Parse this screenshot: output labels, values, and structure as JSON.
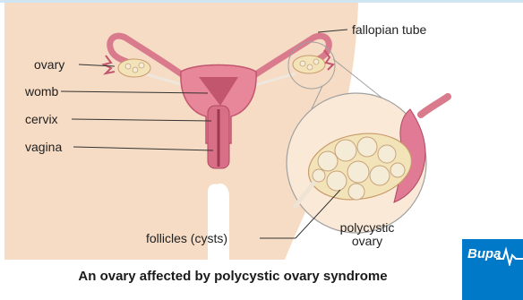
{
  "diagram": {
    "labels": {
      "fallopian_tube": "fallopian tube",
      "ovary": "ovary",
      "womb": "womb",
      "cervix": "cervix",
      "vagina": "vagina",
      "follicles": "follicles (cysts)",
      "polycystic_line1": "polycystic",
      "polycystic_line2": "ovary"
    },
    "caption": "An ovary affected by polycystic ovary syndrome",
    "colors": {
      "skin": "#f6dcc4",
      "womb": "#e8869a",
      "womb_dark": "#c2566f",
      "ovary": "#f2e3b8",
      "follicle": "#f5ecd8",
      "tissue_pink": "#e07a95",
      "inset_bg": "#fbe9d7"
    }
  },
  "logo": {
    "text": "Bupa",
    "background": "#0079c8"
  }
}
